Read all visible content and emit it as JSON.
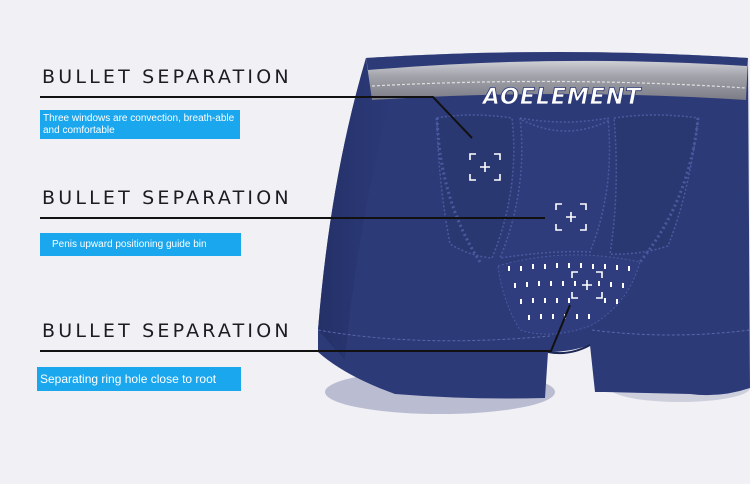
{
  "brand": "AOELEMENT",
  "callouts": [
    {
      "title": "BULLET SEPARATION",
      "caption": "Three windows are convection, breath-able and comfortable"
    },
    {
      "title": "BULLET SEPARATION",
      "caption": "Penis upward positioning guide bin"
    },
    {
      "title": "BULLET SEPARATION",
      "caption": "Separating ring hole close to root"
    }
  ],
  "colors": {
    "background": "#f1f0f4",
    "garment": "#2c3a78",
    "waistband": "#8d8e96",
    "caption_bg": "#1aa7ee",
    "line": "#111111"
  },
  "icons": [
    "focus-plus-icon",
    "focus-plus-icon",
    "focus-plus-icon"
  ]
}
